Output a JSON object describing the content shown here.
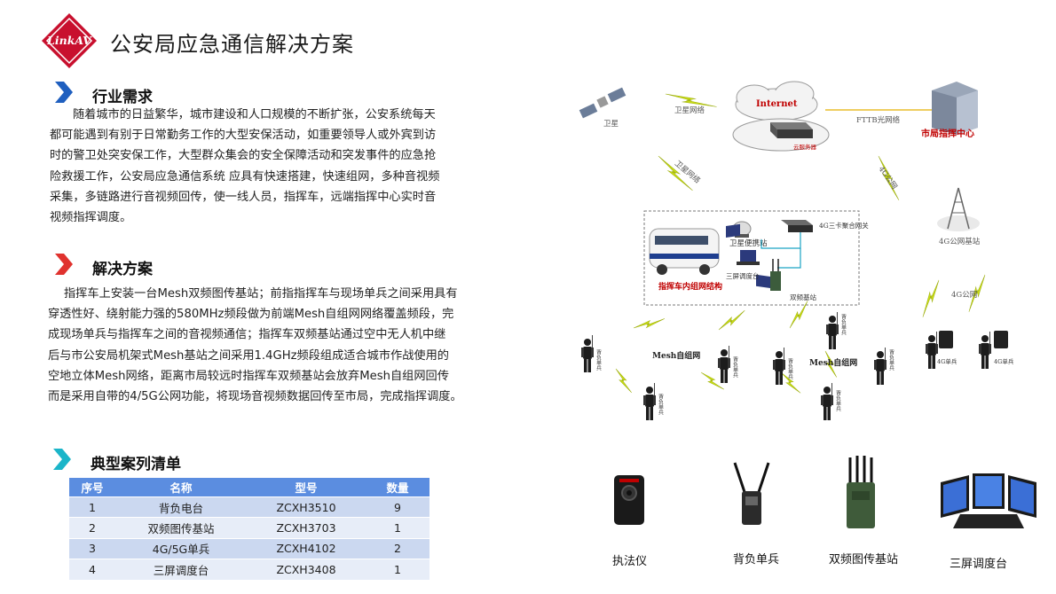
{
  "header": {
    "logo_text": "LinkAV",
    "title": "公安局应急通信解决方案"
  },
  "industry": {
    "heading": "行业需求",
    "lines": [
      "随着城市的日益繁华，城市建设和人口规模的不断扩张，公安系统每天",
      "都可能遇到有别于日常勤务工作的大型安保活动，如重要领导人或外宾到访",
      "时的警卫处突安保工作，大型群众集会的安全保障活动和突发事件的应急抢",
      "险救援工作，公安局应急通信系统 应具有快速搭建，快速组网，多种音视频",
      "采集，多链路进行音视频回传，使一线人员，指挥车，远端指挥中心实时音",
      "视频指挥调度。"
    ]
  },
  "solution": {
    "heading": "解决方案",
    "lines": [
      "指挥车上安装一台Mesh双频图传基站；前指指挥车与现场单兵之间采用具有",
      "穿透性好、绕射能力强的580MHz频段做为前端Mesh自组网网络覆盖频段，完",
      "成现场单兵与指挥车之间的音视频通信；指挥车双频基站通过空中无人机中继",
      "后与市公安局机架式Mesh基站之间采用1.4GHz频段组成适合城市作战使用的",
      "空地立体Mesh网络，距离市局较远时指挥车双频基站会放弃Mesh自组网回传",
      "而是采用自带的4/5G公网功能，将现场音视频数据回传至市局，完成指挥调度。"
    ]
  },
  "cases": {
    "heading": "典型案列清单",
    "columns": [
      "序号",
      "名称",
      "型号",
      "数量"
    ],
    "rows": [
      [
        "1",
        "背负电台",
        "ZCXH3510",
        "9"
      ],
      [
        "2",
        "双频图传基站",
        "ZCXH3703",
        "1"
      ],
      [
        "3",
        "4G/5G单兵",
        "ZCXH4102",
        "2"
      ],
      [
        "4",
        "三屏调度台",
        "ZCXH3408",
        "1"
      ]
    ]
  },
  "diagram": {
    "satellite": "卫星",
    "sat_net_top": "卫星网络",
    "sat_net_diag": "卫星网络",
    "internet": "Internet",
    "cloud_server": "云服务器",
    "fttb": "FTTB光网络",
    "hq": "市局指挥中心",
    "net_4g_top": "4G公网",
    "tower_4g": "4G公网基站",
    "net_4g_bottom": "4G公网",
    "sat_portable": "卫星便携站",
    "gateway_4g": "4G三卡聚合网关",
    "console": "三屏调度台",
    "dual_base": "双频基站",
    "vehicle_net": "指挥车内组网结构",
    "mesh_1": "Mesh自组网",
    "mesh_2": "Mesh自组网",
    "backpack": "背负单兵",
    "unit_4g": "4G单兵"
  },
  "products": [
    {
      "label": "执法仪"
    },
    {
      "label": "背负单兵"
    },
    {
      "label": "双频图传基站"
    },
    {
      "label": "三屏调度台"
    }
  ],
  "colors": {
    "accent_blue": "#1f5fbf",
    "accent_red": "#e0322e",
    "accent_cyan": "#1bb5c9",
    "table_header": "#5b8de0",
    "logo_red": "#c8102e",
    "lightning": "#c8dc14",
    "diagram_red": "#c00000"
  }
}
